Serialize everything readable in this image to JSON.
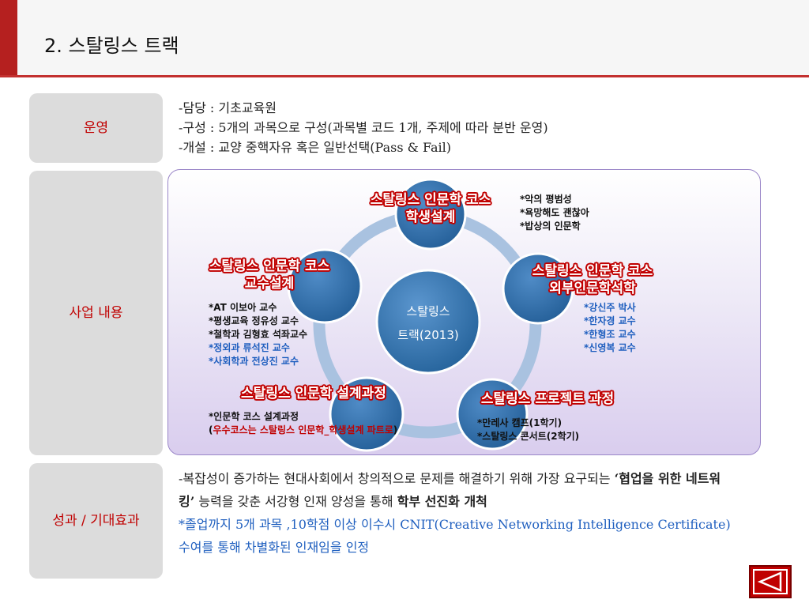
{
  "header": {
    "title": "2. 스탈링스 트랙"
  },
  "labels": {
    "operation": "운영",
    "content": "사업 내용",
    "result": "성과 / 기대효과"
  },
  "operation": {
    "lines": [
      "-담당 : 기초교육원",
      "-구성 : 5개의 과목으로 구성(과목별 코드 1개, 주제에 따라 분반 운영)",
      "-개설 : 교양 중핵자유 혹은 일반선택(Pass & Fail)"
    ]
  },
  "diagram": {
    "center": {
      "line1": "스탈링스",
      "line2": "트랙(2013)"
    },
    "nodes": {
      "top": {
        "title1": "스탈링스 인문학 코스",
        "title2": "학생설계",
        "notes": [
          "*악의 평범성",
          "*욕망해도 괜찮아",
          "*밥상의 인문학"
        ]
      },
      "left": {
        "title1": "스탈링스 인문학 코스",
        "title2": "교수설계",
        "notes": [
          "*AT 이보아 교수",
          "*평생교육 정유성 교수",
          "*철학과 김형효 석좌교수",
          "*정외과 류석진 교수",
          "*사회학과 전상진 교수"
        ]
      },
      "right": {
        "title1": "스탈링스 인문학 코스",
        "title2": "외부인문학석학",
        "notes": [
          "*강신주 박사",
          "*한자경 교수",
          "*한형조 교수",
          "*신영복 교수"
        ]
      },
      "bottom_left": {
        "title": "스탈링스 인문학 설계과정",
        "note1": "*인문학 코스 설계과정",
        "note2_open": "(",
        "note2_red": "우수코스는 스탈링스 인문학_학생설계 파트로",
        "note2_close": ")"
      },
      "bottom_right": {
        "title": "스탈링스 프로젝트 과정",
        "notes": [
          "*만레사 캠프(1학기)",
          "*스탈링스 콘서트(2학기)"
        ]
      }
    }
  },
  "result": {
    "p1_a": "-복잡성이 증가하는 현대사회에서 창의적으로 문제를 해결하기 위해 가장 요구되는 ",
    "p1_bold": "‘협업을 위한 네트워킹’",
    "p1_b": " 능력을 갖춘 서강형 인재 양성을 통해 ",
    "p1_bold2": "학부 선진화 개척",
    "p2": "*졸업까지 5개 과목 ,10학점 이상 이수시 CNIT(Creative Networking Intelligence Certificate) 수여를 통해 차별화된 인재임을 인정"
  },
  "colors": {
    "accent_red": "#c00000",
    "circle_blue": "#2f6fa8",
    "ring": "#a9c2e0",
    "note_blue": "#1f5fbf"
  },
  "nav": {
    "icon": "back-arrow-icon"
  }
}
